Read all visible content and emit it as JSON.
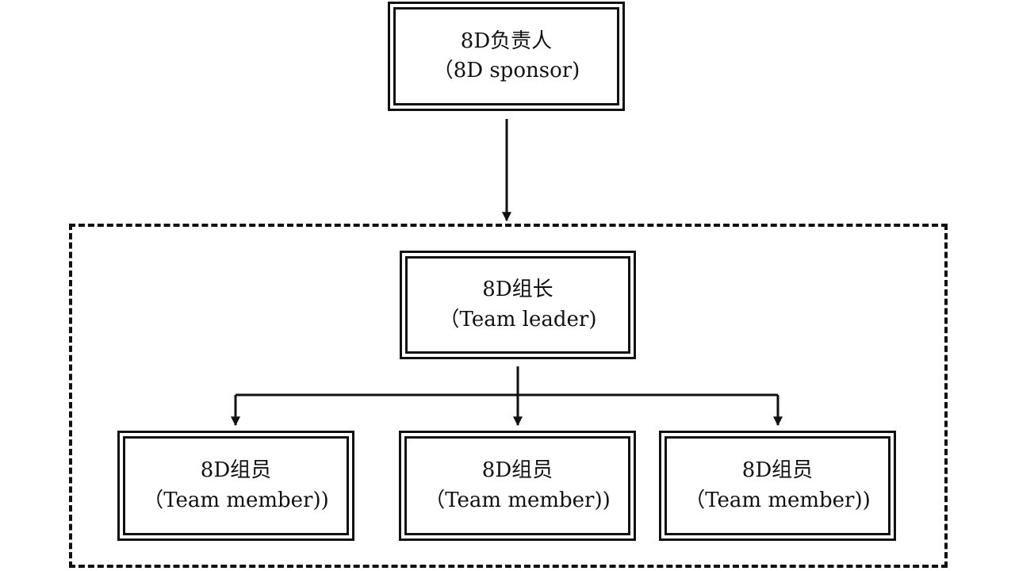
{
  "diagram": {
    "sponsor": {
      "title": "8D负责人",
      "subtitle": "（8D sponsor)"
    },
    "leader": {
      "title": "8D组长",
      "subtitle": "（Team leader)"
    },
    "members": [
      {
        "title": "8D组员",
        "subtitle": "（Team member))"
      },
      {
        "title": "8D组员",
        "subtitle": "（Team member))"
      },
      {
        "title": "8D组员",
        "subtitle": "（Team member))"
      }
    ],
    "colors": {
      "line": "#111111",
      "background": "#ffffff"
    }
  }
}
